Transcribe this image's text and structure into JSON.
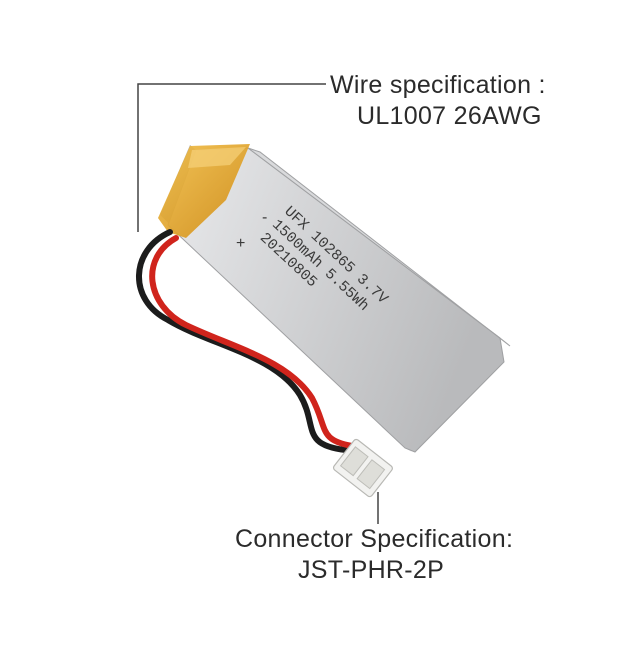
{
  "callouts": {
    "wire": {
      "heading": "Wire specification :",
      "value": "UL1007 26AWG"
    },
    "connector": {
      "heading": "Connector Specification:",
      "value": "JST-PHR-2P"
    }
  },
  "battery": {
    "label_lines": [
      "UFX 102865 3.7V",
      "1500mAh 5.55Wh",
      "20210805"
    ],
    "negative_mark": "-",
    "positive_mark": "+"
  },
  "colors": {
    "background": "#ffffff",
    "battery_body": "#c9cacc",
    "kapton_tape": "#e3a21a",
    "wire_red": "#d0241c",
    "wire_black": "#1c1c1c",
    "connector": "#f2f2f0",
    "leader_line": "#444444",
    "text": "#2b2b2b"
  }
}
